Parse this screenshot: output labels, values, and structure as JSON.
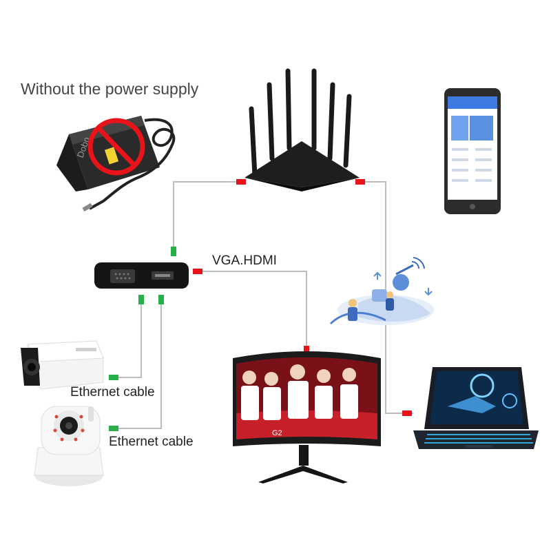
{
  "labels": {
    "power_supply": "Without the power supply",
    "vga_hdmi": "VGA.HDMI",
    "ethernet_1": "Ethernet cable",
    "ethernet_2": "Ethernet cable"
  },
  "adapter_brand": "Dobo",
  "monitor_caption": "G2 ",
  "colors": {
    "cable": "#b8b8b8",
    "connector_red": "#e8141a",
    "connector_green": "#27b04a",
    "no_sign": "#e8141a",
    "device_dark": "#1a1a1a",
    "phone_screen": "#5b8fe0",
    "laptop_screen": "#0c2a4a"
  },
  "icons": [
    "power-adapter-icon",
    "no-sign-icon",
    "router-icon",
    "smartphone-icon",
    "hub-adapter-icon",
    "network-illustration-icon",
    "bullet-camera-icon",
    "ptz-camera-icon",
    "monitor-icon",
    "laptop-icon"
  ]
}
